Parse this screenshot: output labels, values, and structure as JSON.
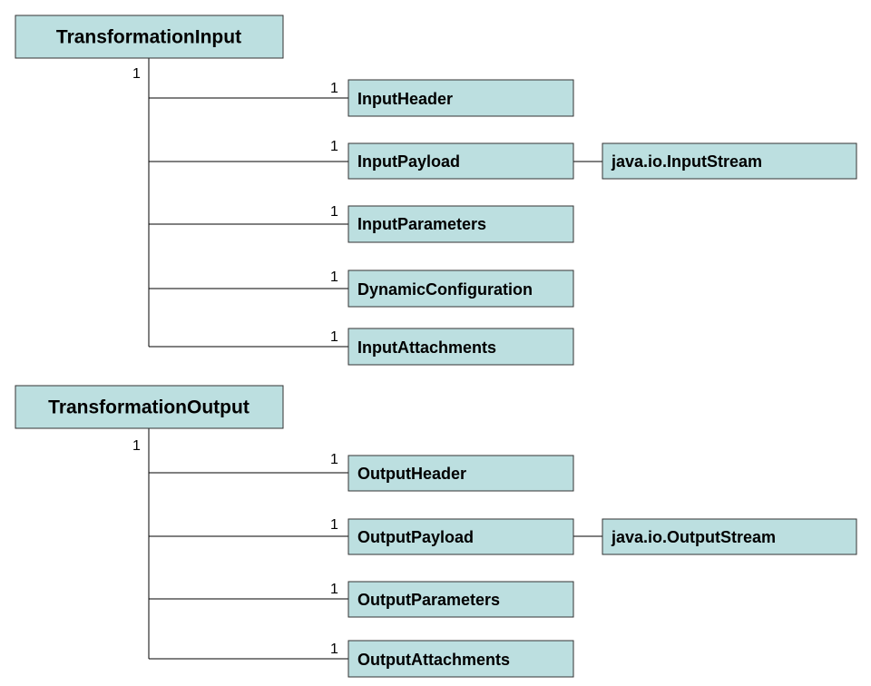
{
  "groups": [
    {
      "root": {
        "label": "TransformationInput",
        "multiplicity": "1"
      },
      "children": [
        {
          "label": "InputHeader",
          "multiplicity": "1"
        },
        {
          "label": "InputPayload",
          "multiplicity": "1",
          "associated": "java.io.InputStream"
        },
        {
          "label": "InputParameters",
          "multiplicity": "1"
        },
        {
          "label": "DynamicConfiguration",
          "multiplicity": "1"
        },
        {
          "label": "InputAttachments",
          "multiplicity": "1"
        }
      ]
    },
    {
      "root": {
        "label": "TransformationOutput",
        "multiplicity": "1"
      },
      "children": [
        {
          "label": "OutputHeader",
          "multiplicity": "1"
        },
        {
          "label": "OutputPayload",
          "multiplicity": "1",
          "associated": "java.io.OutputStream"
        },
        {
          "label": "OutputParameters",
          "multiplicity": "1"
        },
        {
          "label": "OutputAttachments",
          "multiplicity": "1"
        }
      ]
    }
  ],
  "colors": {
    "box_fill": "#bcdfe0",
    "box_border": "#333333",
    "line": "#000000"
  }
}
